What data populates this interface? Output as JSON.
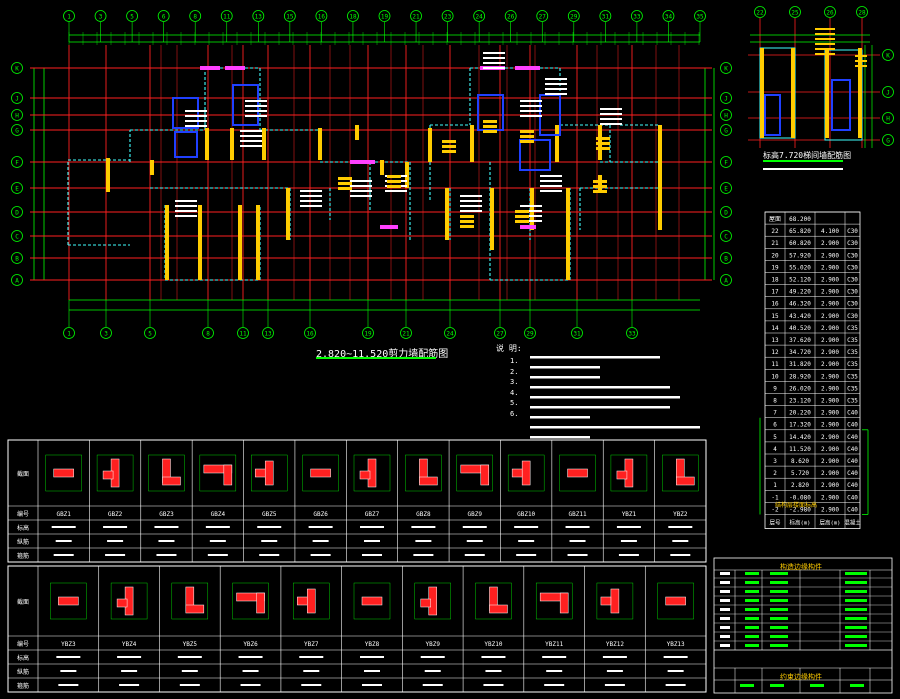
{
  "plan": {
    "title": "2.820~11.520剪力墙配筋图",
    "subtitle": "",
    "grid_cols_top": [
      "1",
      "3",
      "5",
      "6",
      "8",
      "11",
      "13",
      "15",
      "16",
      "18",
      "19",
      "21",
      "23",
      "24",
      "26",
      "27",
      "29",
      "31",
      "33",
      "34",
      "35"
    ],
    "grid_cols_bottom": [
      "1",
      "3",
      "5",
      "8",
      "11",
      "13",
      "16",
      "19",
      "21",
      "24",
      "27",
      "29",
      "31",
      "33"
    ],
    "grid_rows": [
      "K",
      "J",
      "H",
      "G",
      "F",
      "E",
      "D",
      "C",
      "B",
      "A"
    ]
  },
  "detail": {
    "title": "标高7.720梯间墙配筋图",
    "grid_cols": [
      "22",
      "25",
      "26",
      "28"
    ],
    "grid_rows": [
      "K",
      "J",
      "H",
      "G"
    ]
  },
  "notes": {
    "heading": "说 明:",
    "lines": [
      "1.",
      "2.",
      "3.",
      "4.",
      "5.",
      "6."
    ]
  },
  "table1": {
    "row_headers": [
      "截面",
      "编号",
      "标高",
      "纵筋",
      "箍筋"
    ],
    "columns": [
      "GBZ1",
      "GBZ2",
      "GBZ3",
      "GBZ4",
      "GBZ5",
      "GBZ6",
      "GBZ7",
      "GBZ8",
      "GBZ9",
      "GBZ10",
      "GBZ11",
      "YBZ1",
      "YBZ2"
    ]
  },
  "table2": {
    "row_headers": [
      "截面",
      "编号",
      "标高",
      "纵筋",
      "箍筋"
    ],
    "columns": [
      "YBZ3",
      "YBZ4",
      "YBZ5",
      "YBZ6",
      "YBZ7",
      "YBZ8",
      "YBZ9",
      "YBZ10",
      "YBZ11",
      "YBZ12",
      "YBZ13"
    ]
  },
  "floors": {
    "header": [
      "层号",
      "标高(m)",
      "层高(m)",
      "混凝土"
    ],
    "rows": [
      [
        "屋面",
        "68.200",
        "",
        ""
      ],
      [
        "22",
        "65.820",
        "4.100",
        "C30"
      ],
      [
        "21",
        "60.820",
        "2.900",
        "C30"
      ],
      [
        "20",
        "57.920",
        "2.900",
        "C30"
      ],
      [
        "19",
        "55.020",
        "2.900",
        "C30"
      ],
      [
        "18",
        "52.120",
        "2.900",
        "C30"
      ],
      [
        "17",
        "49.220",
        "2.900",
        "C30"
      ],
      [
        "16",
        "46.320",
        "2.900",
        "C30"
      ],
      [
        "15",
        "43.420",
        "2.900",
        "C30"
      ],
      [
        "14",
        "40.520",
        "2.900",
        "C35"
      ],
      [
        "13",
        "37.620",
        "2.900",
        "C35"
      ],
      [
        "12",
        "34.720",
        "2.900",
        "C35"
      ],
      [
        "11",
        "31.820",
        "2.900",
        "C35"
      ],
      [
        "10",
        "28.920",
        "2.900",
        "C35"
      ],
      [
        "9",
        "26.020",
        "2.900",
        "C35"
      ],
      [
        "8",
        "23.120",
        "2.900",
        "C35"
      ],
      [
        "7",
        "20.220",
        "2.900",
        "C40"
      ],
      [
        "6",
        "17.320",
        "2.900",
        "C40"
      ],
      [
        "5",
        "14.420",
        "2.900",
        "C40"
      ],
      [
        "4",
        "11.520",
        "2.900",
        "C40"
      ],
      [
        "3",
        "8.620",
        "2.900",
        "C40"
      ],
      [
        "2",
        "5.720",
        "2.900",
        "C40"
      ],
      [
        "1",
        "2.820",
        "2.900",
        "C40"
      ],
      [
        "-1",
        "-0.080",
        "2.900",
        "C40"
      ],
      [
        "-2",
        "-2.980",
        "2.900",
        "C40"
      ]
    ],
    "footer": "结构层楼面标高"
  },
  "legend_table": {
    "title1": "构造边缘构件",
    "title2": "约束边缘构件"
  },
  "colors": {
    "grid_red": "#ff2020",
    "wall_yellow": "#ffcc00",
    "dim_green": "#00ff00",
    "stirrup_blue": "#2040ff",
    "dashed_cyan": "#40ffff",
    "text_white": "#ffffff",
    "bg": "#000000"
  }
}
